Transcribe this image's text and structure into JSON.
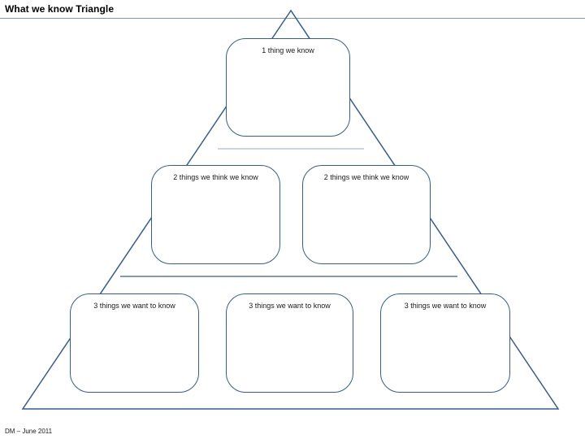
{
  "header": {
    "title": "What we know Triangle"
  },
  "footer": {
    "credit": "DM – June 2011"
  },
  "colors": {
    "outline": "#385D8A",
    "header_rule": "#7D98A4",
    "divider1": "#9AABC2",
    "divider2": "#8499B3",
    "text": "#1A1A1A",
    "title": "#000000"
  },
  "boxes": [
    {
      "row": 1,
      "label": "1 thing we know"
    },
    {
      "row": 2,
      "label": "2 things we think we know"
    },
    {
      "row": 2,
      "label": "2 things we think we know"
    },
    {
      "row": 3,
      "label": "3 things we want to know"
    },
    {
      "row": 3,
      "label": "3 things we want to know"
    },
    {
      "row": 3,
      "label": "3 things we want to know"
    }
  ]
}
